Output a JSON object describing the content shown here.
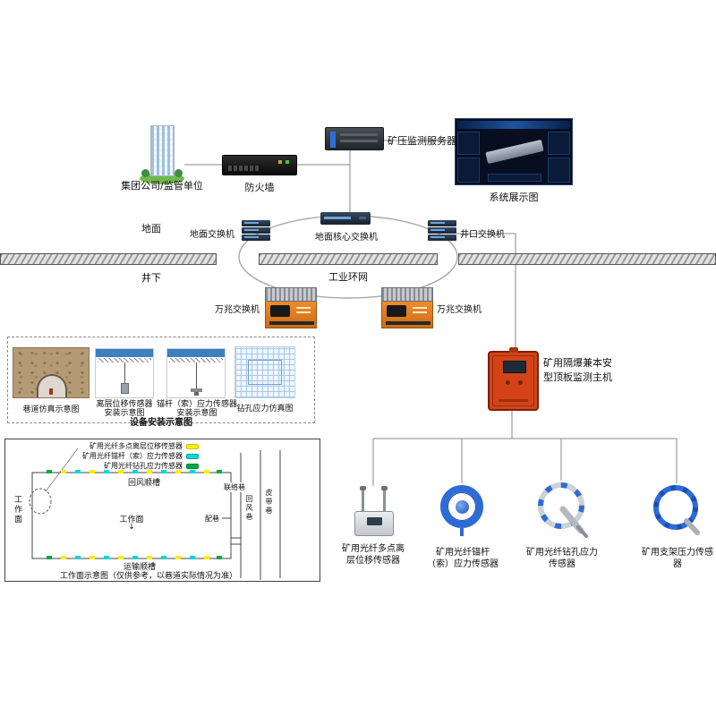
{
  "top": {
    "building_label": "集团公司/监管单位",
    "firewall_label": "防火墙",
    "server_label": "矿压监测服务器",
    "monitor_label": "系统展示图"
  },
  "network": {
    "ground_label": "地面",
    "underground_label": "井下",
    "ground_switch_label": "地面交换机",
    "core_switch_label": "地面核心交换机",
    "wellhead_switch_label": "井口交换机",
    "ring_label": "工业环网",
    "teng_left_label": "万兆交换机",
    "teng_right_label": "万兆交换机"
  },
  "host": {
    "label_line1": "矿用隔爆兼本安",
    "label_line2": "型顶板监测主机"
  },
  "install": {
    "caption": "设备安装示意图",
    "img1_caption": "巷道仿真示意图",
    "img2_caption1": "离层位移传感器",
    "img2_caption2": "安装示意图",
    "img3_caption1": "锚杆（索）应力传感器",
    "img3_caption2": "安装示意图",
    "img4_caption": "钻孔应力仿真图"
  },
  "workface": {
    "legend": [
      {
        "label": "矿用光纤多点离层位移传感器",
        "color": "#ffee00"
      },
      {
        "label": "矿用光纤锚杆（索）应力传感器",
        "color": "#00d8d8"
      },
      {
        "label": "矿用光纤钻孔应力传感器",
        "color": "#00a84c"
      }
    ],
    "top_lane_label": "回风顺槽",
    "bottom_lane_label": "运输顺槽",
    "left_face_label": "工作面",
    "center_face_label": "工作面",
    "center_face_arrow": "↓",
    "link_lane_label": "联络巷",
    "return_lane_label": "回风巷",
    "belt_lane_label": "皮带巷",
    "dist_lane_label": "配巷",
    "caption": "工作面示意图（仅供参考，以巷道实际情况为准）"
  },
  "sensors": [
    {
      "label_line1": "矿用光纤多点离",
      "label_line2": "层位移传感器"
    },
    {
      "label_line1": "矿用光纤锚杆",
      "label_line2": "（索）应力传感器"
    },
    {
      "label_line1": "矿用光纤钻孔应力",
      "label_line2": "传感器"
    },
    {
      "label_line1": "矿用支架压力传感",
      "label_line2": "器"
    }
  ]
}
